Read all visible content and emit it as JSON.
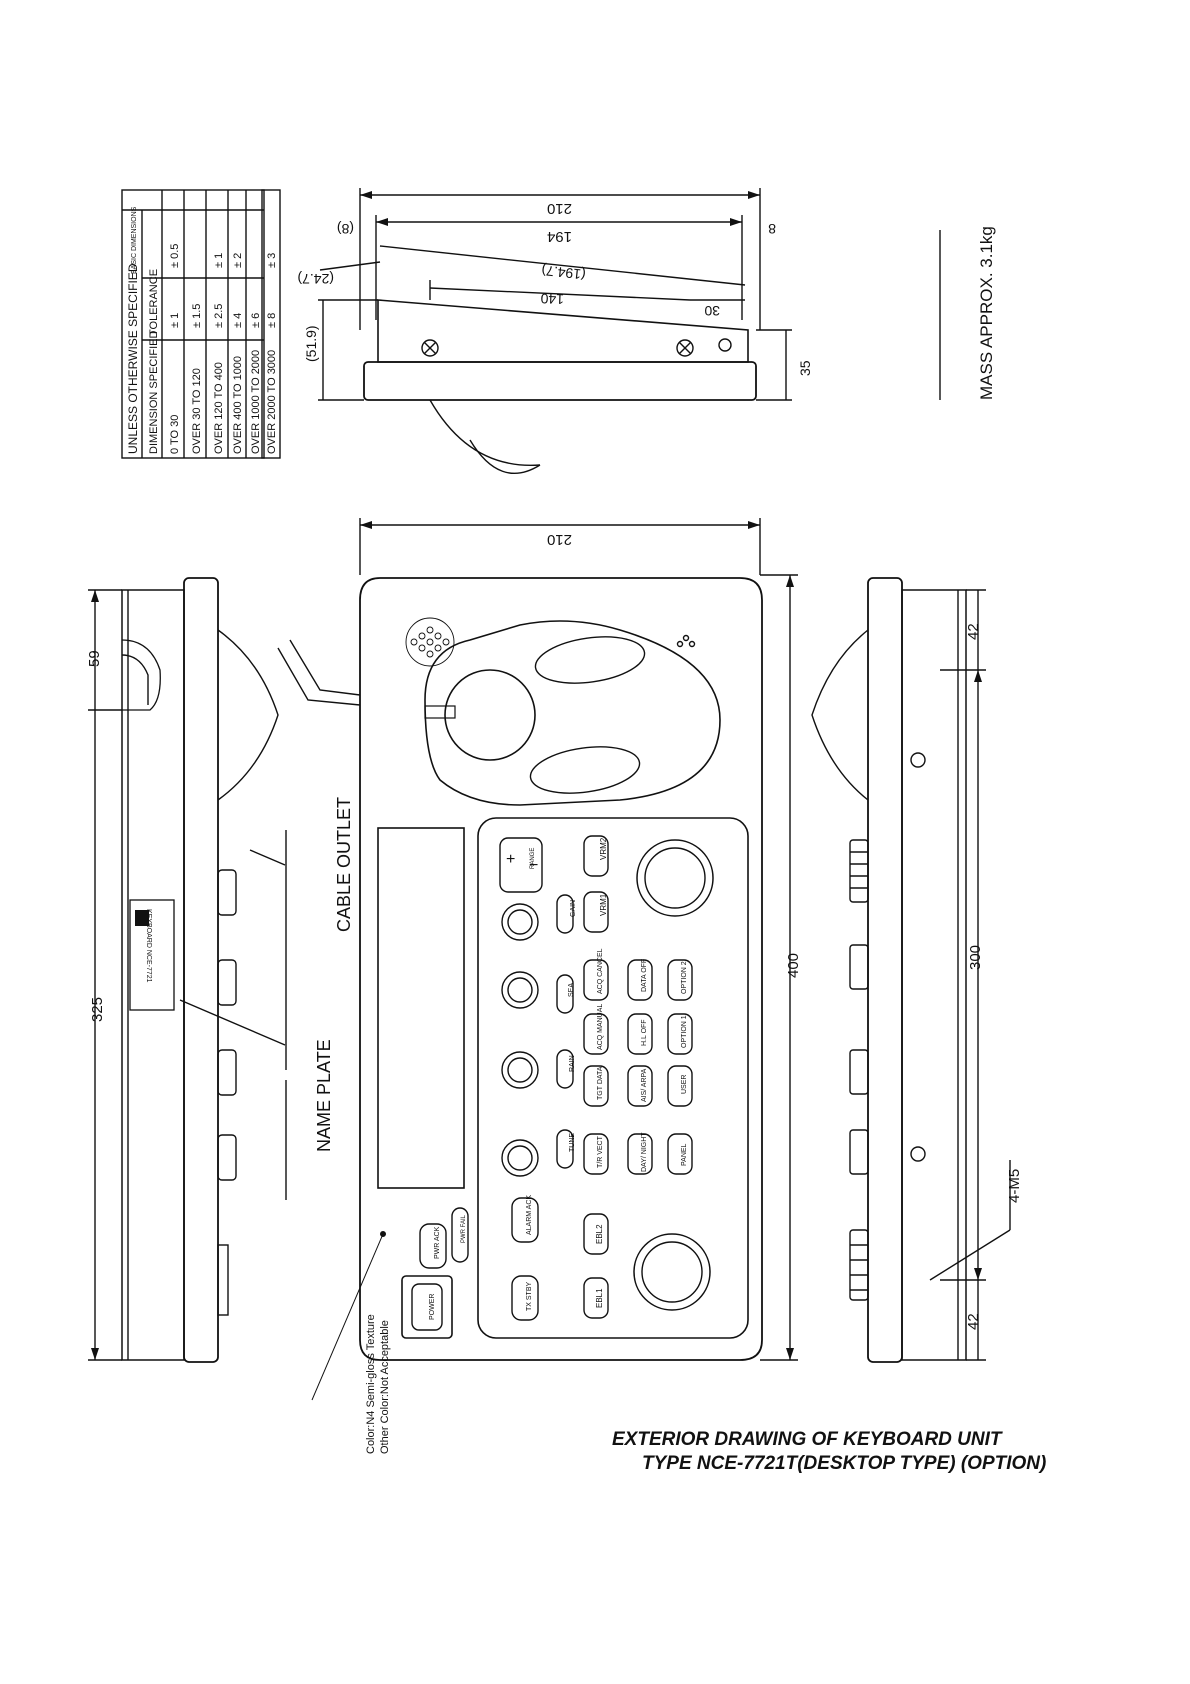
{
  "title": {
    "line1": "EXTERIOR DRAWING OF KEYBOARD UNIT",
    "line2": "TYPE NCE-7721T(DESKTOP TYPE) (OPTION)"
  },
  "mass": "MASS APPROX. 3.1kg",
  "color_note": {
    "line1": "Color:N4 Semi-gloss Texture",
    "line2": "Other Color:Not Acceptable"
  },
  "callouts": {
    "name_plate": "NAME PLATE",
    "cable_outlet": "CABLE OUTLET",
    "screw": "4-M5"
  },
  "dimensions": {
    "top_width": "210",
    "top_inner": "194",
    "top_edge_left": "(8)",
    "top_edge_right": "8",
    "top_slant": "(194.7)",
    "top_short": "140",
    "top_offset": "30",
    "top_angle": "(24.7)",
    "top_height": "(51.9)",
    "top_base": "35",
    "front_width": "210",
    "front_length": "400",
    "left_length": "325",
    "left_cable": "59",
    "right_top": "42",
    "right_mid": "300",
    "right_bottom": "42"
  },
  "tolerance_table": {
    "heading": "UNLESS OTHERWISE SPECIFIED",
    "col1": "DIMENSION SPECIFIED",
    "col2": "TOLERANCE",
    "col3": "BASIC DIMENSIONS",
    "rows": [
      {
        "range": "0 TO 30",
        "tol": "± 1",
        "tol2": "± 0.5"
      },
      {
        "range": "OVER 30 TO 120",
        "tol": "± 1.5",
        "tol2": ""
      },
      {
        "range": "OVER 120 TO 400",
        "tol": "± 2.5",
        "tol2": "± 1"
      },
      {
        "range": "OVER 400 TO 1000",
        "tol": "± 4",
        "tol2": "± 2"
      },
      {
        "range": "OVER 1000 TO 2000",
        "tol": "± 6",
        "tol2": ""
      },
      {
        "range": "OVER 2000 TO 3000",
        "tol": "± 8",
        "tol2": "± 3"
      }
    ]
  },
  "keys": {
    "range": "RANGE",
    "range_plus": "+",
    "range_minus": "−",
    "vrm2": "VRM2",
    "vrm1": "VRM1",
    "gain": "GAIN",
    "sea": "SEA",
    "rain": "RAIN",
    "tune": "TUNE",
    "acq_cancel": "ACQ CANCEL",
    "data_off": "DATA OFF",
    "option2": "OPTION 2",
    "acq_manual": "ACQ MANUAL",
    "hl_off": "H.L OFF",
    "option1": "OPTION 1",
    "tgt_data": "TGT DATA",
    "ais_arpa": "AIS/ ARPA",
    "user": "USER",
    "tr_vect": "T/R VECT",
    "day_night": "DAY/ NIGHT",
    "panel": "PANEL",
    "alarm_ack": "ALARM ACK",
    "ebl2": "EBL2",
    "ebl1": "EBL1",
    "tx_stby": "TX STBY",
    "pwr_ack": "PWR ACK",
    "pwr_fail": "PWR FAIL",
    "power": "POWER"
  },
  "nameplate_text": "KEYBOARD NCE-7721"
}
